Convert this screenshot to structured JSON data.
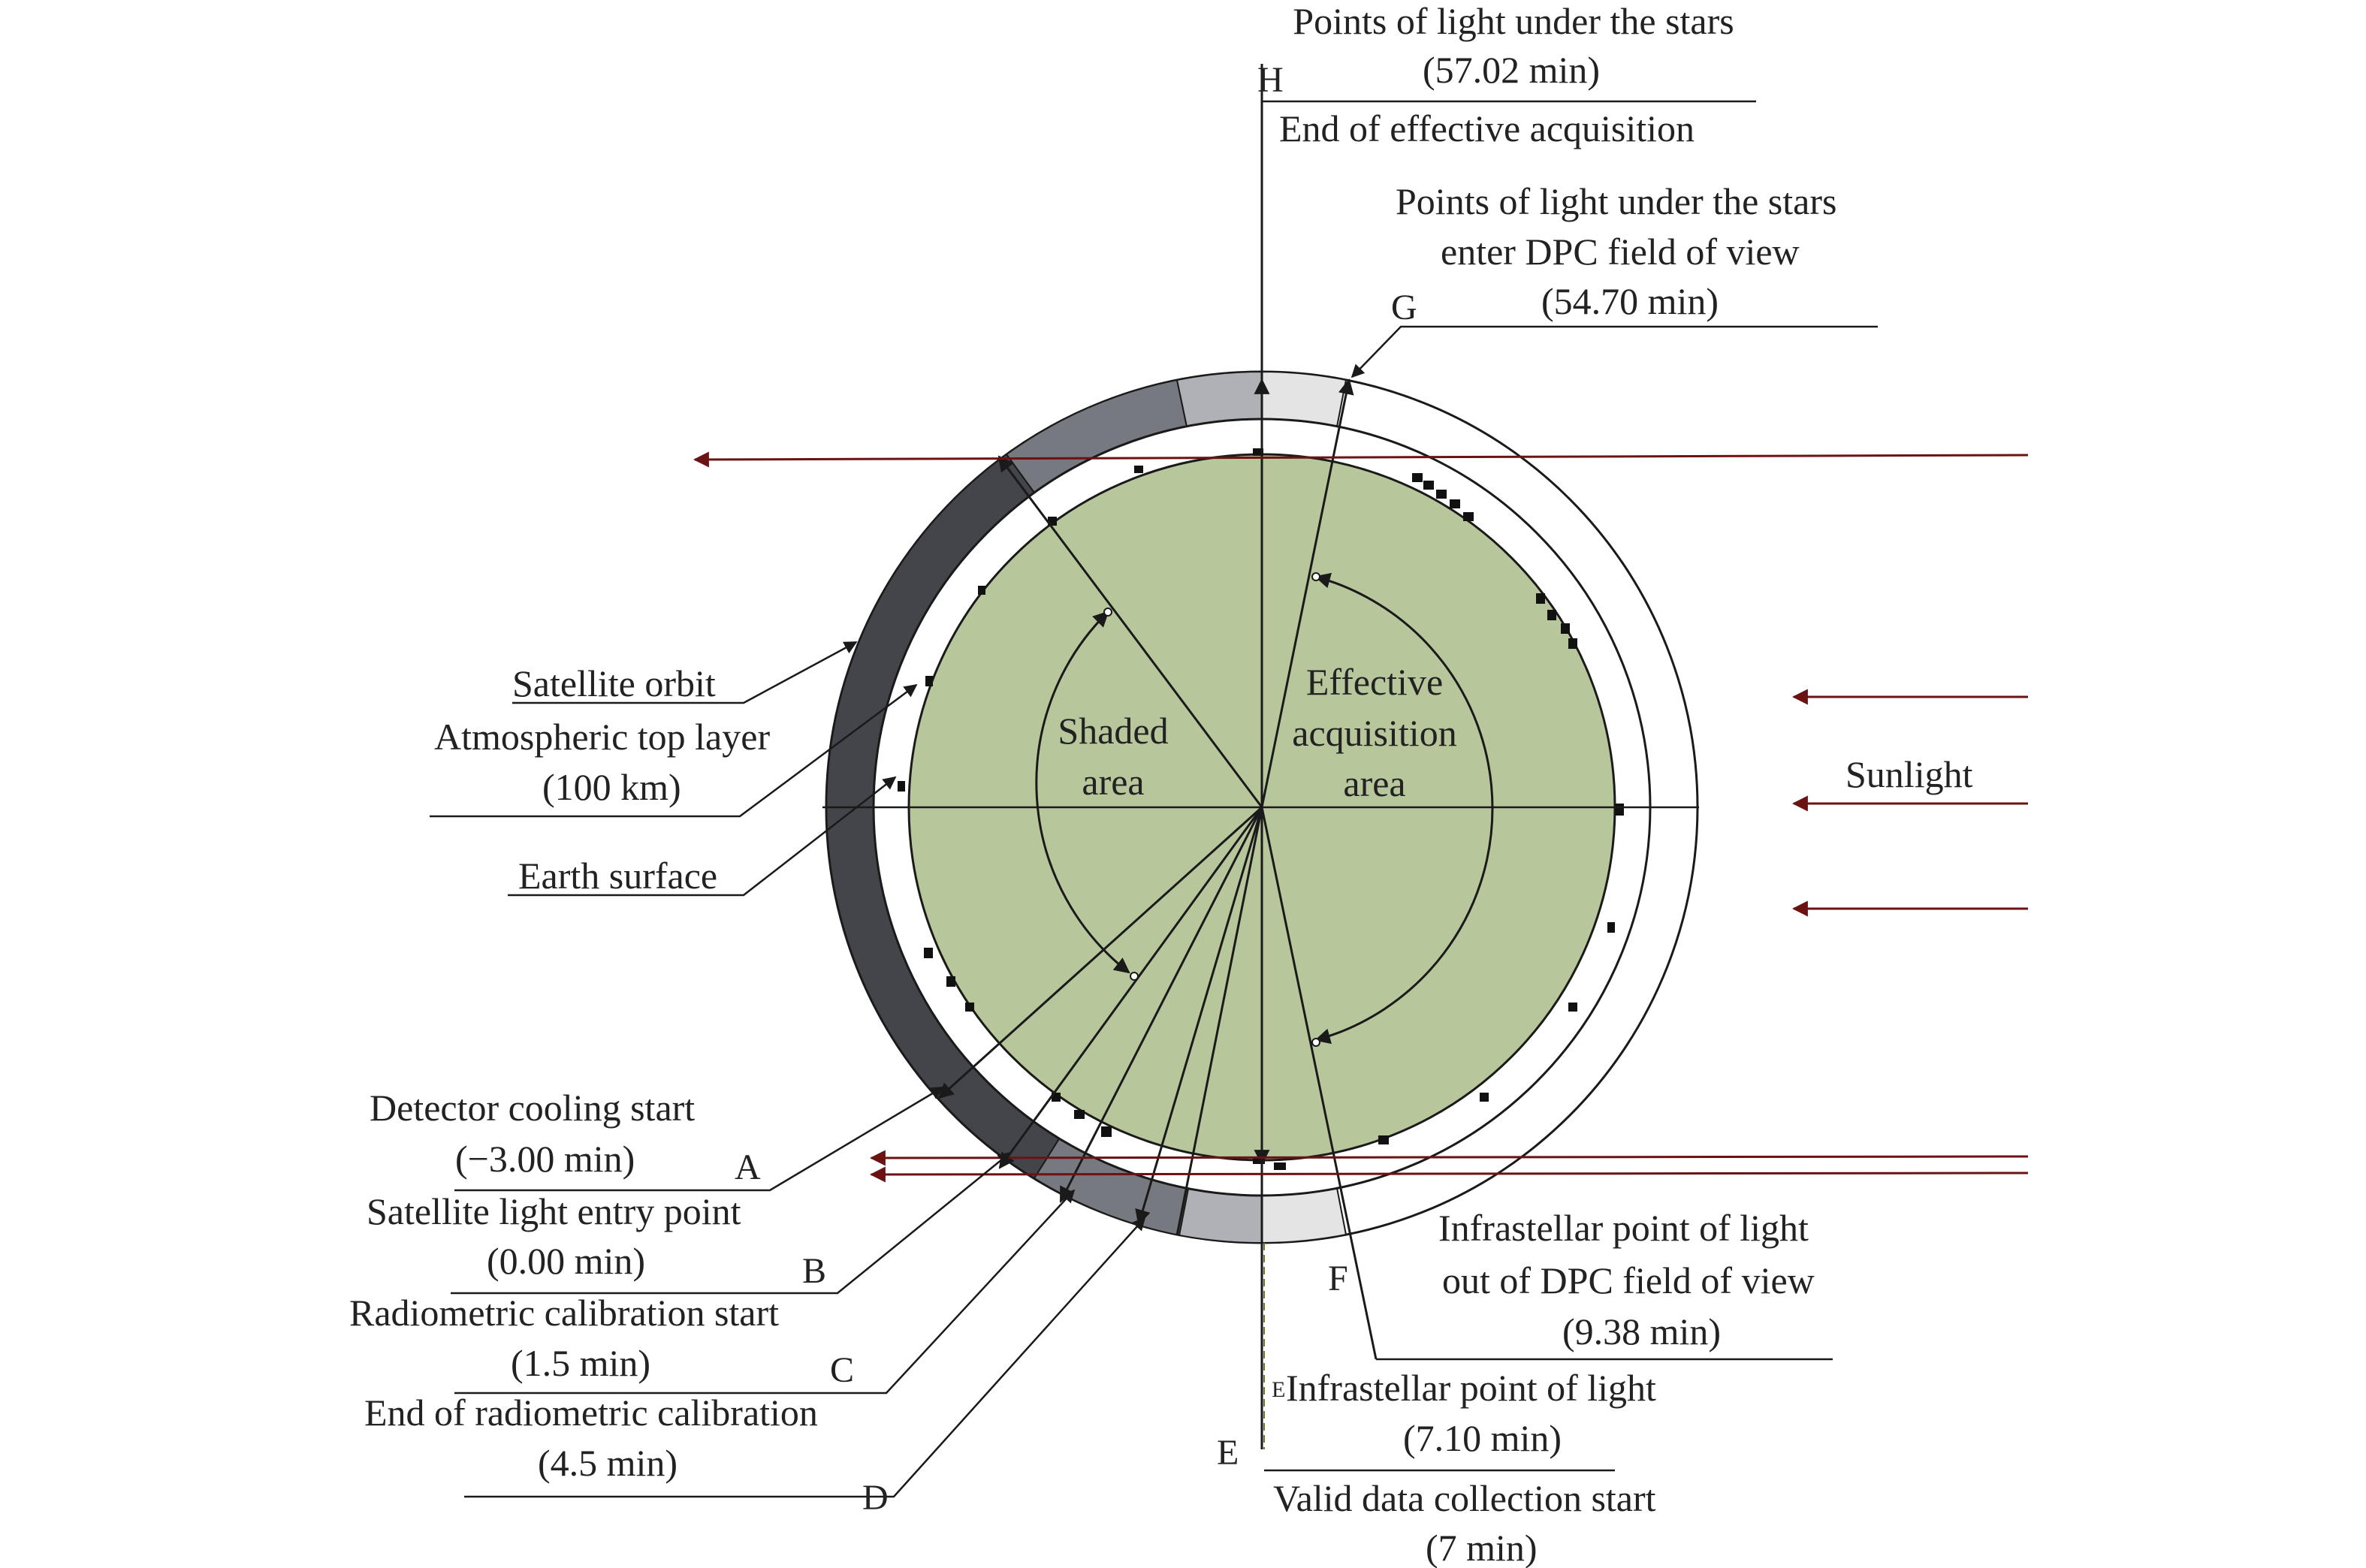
{
  "diagram": {
    "colors": {
      "earth": "#b7c79b",
      "orbit_dark": "#43454b",
      "orbit_mid": "#767980",
      "orbit_light": "#b0b1b6",
      "orbit_lightest": "#e4e4e4",
      "sunlight_arrow": "#6b1313",
      "lines": "#1a1a1a"
    },
    "regions": {
      "shaded": {
        "line1": "Shaded",
        "line2": "area"
      },
      "effective": {
        "line1": "Effective",
        "line2": "acquisition",
        "line3": "area"
      }
    },
    "sunlight": "Sunlight",
    "layers": {
      "satellite_orbit": "Satellite orbit",
      "atmospheric_top": "Atmospheric top layer",
      "atmospheric_top_height": "(100 km)",
      "earth_surface": "Earth surface"
    },
    "events": {
      "A": {
        "letter": "A",
        "label": "Detector cooling start",
        "time": "(−3.00 min)"
      },
      "B": {
        "letter": "B",
        "label": "Satellite light entry point",
        "time": "(0.00 min)"
      },
      "C": {
        "letter": "C",
        "label": "Radiometric calibration start",
        "time": "(1.5 min)"
      },
      "D": {
        "letter": "D",
        "label": "End of radiometric calibration",
        "time": "(4.5 min)"
      },
      "E": {
        "letter": "E",
        "small_letter": "E",
        "label_above": "Infrastellar point of light",
        "time_above": "(7.10 min)",
        "label_below": "Valid data collection start",
        "time_below": "(7 min)"
      },
      "F": {
        "letter": "F",
        "label_line1": "Infrastellar point of light",
        "label_line2": "out of DPC field of view",
        "time": "(9.38 min)"
      },
      "G": {
        "letter": "G",
        "label_line1": "Points of light under the stars",
        "label_line2": "enter DPC field of view",
        "time": "(54.70 min)"
      },
      "H": {
        "letter": "H",
        "label_above": "Points of light under the stars",
        "time_above": "(57.02 min)",
        "label_below": "End of effective acquisition"
      }
    }
  }
}
